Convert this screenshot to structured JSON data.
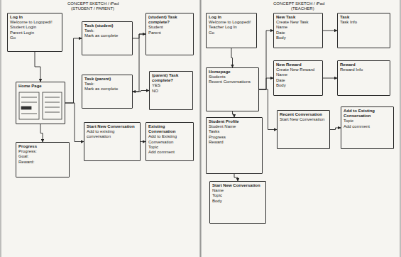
{
  "diagram": {
    "nodes": [
      {
        "text": [
          "Log In",
          "Welcome to Logopedi!",
          "Student Login",
          "Parent Login",
          "Go"
        ]
      },
      {
        "text": [
          "Home Page"
        ]
      },
      {
        "text": [
          "Progress",
          "Progress:",
          "Goal:",
          "Reward:"
        ]
      },
      {
        "text": [
          "Task (student)",
          "Task:",
          "Mark as complete"
        ]
      },
      {
        "text": [
          "(student) Task complete?",
          "Student",
          "Parent"
        ]
      },
      {
        "text": [
          "Task (parent)",
          "Task:",
          "Mark as complete"
        ]
      },
      {
        "text": [
          "(parent) Task complete?",
          "YES",
          "NO"
        ]
      },
      {
        "text": [
          "Start New Conversation",
          "Add to existing conversation"
        ]
      },
      {
        "text": [
          "Existing Conversation",
          "Add to Existing Conversation",
          "Topic",
          "Add comment"
        ]
      },
      {
        "text": [
          "Log In",
          "Welcome to Logopedi!",
          "Teacher Log In",
          "Go"
        ]
      },
      {
        "text": [
          "Homepage",
          "Students",
          "Recent Conversations"
        ]
      },
      {
        "text": [
          "Student Profile",
          "Student Name",
          "Tasks",
          "Progress",
          "Reward"
        ]
      },
      {
        "text": [
          "Start New Conversation",
          "Name",
          "Topic",
          "Body"
        ]
      },
      {
        "text": [
          "New Task",
          "Create New Task",
          "Name",
          "Date",
          "Body"
        ]
      },
      {
        "text": [
          "Task",
          "Task Info"
        ]
      },
      {
        "text": [
          "New Reward",
          "Create New Reward",
          "Name",
          "Date",
          "Body"
        ]
      },
      {
        "text": [
          "Reward",
          "Reward Info"
        ]
      },
      {
        "text": [
          "Recent Conversation",
          "Start New Conversation"
        ]
      },
      {
        "text": [
          "Add to Existing Conversation",
          "Topic",
          "Add comment"
        ]
      }
    ],
    "edges": [
      {
        "from": 0,
        "to": 1,
        "arrow": "to"
      },
      {
        "from": 1,
        "to": 2,
        "arrow": "to"
      },
      {
        "from": 1,
        "to": 3,
        "arrow": "to"
      },
      {
        "from": 3,
        "to": 4,
        "arrow": "to"
      },
      {
        "from": 4,
        "to": 5,
        "arrow": "to"
      },
      {
        "from": 5,
        "to": 6,
        "arrow": "to"
      },
      {
        "from": 1,
        "to": 7,
        "arrow": "to"
      },
      {
        "from": 7,
        "to": 8,
        "arrow": "to"
      },
      {
        "from": 9,
        "to": 10,
        "arrow": "to"
      },
      {
        "from": 10,
        "to": 11,
        "arrow": "to"
      },
      {
        "from": 11,
        "to": 12,
        "arrow": "to"
      },
      {
        "from": 10,
        "to": 13,
        "arrow": "to"
      },
      {
        "from": 13,
        "to": 14,
        "arrow": "to"
      },
      {
        "from": 10,
        "to": 15,
        "arrow": "to"
      },
      {
        "from": 15,
        "to": 16,
        "arrow": "to"
      },
      {
        "from": 10,
        "to": 17,
        "arrow": "to"
      },
      {
        "from": 17,
        "to": 18,
        "arrow": "to"
      }
    ],
    "labels": [
      "CONCEPT SKETCH / iPad",
      "(STUDENT / PARENT)",
      "CONCEPT SKETCH / iPad",
      "(TEACHER)"
    ]
  }
}
